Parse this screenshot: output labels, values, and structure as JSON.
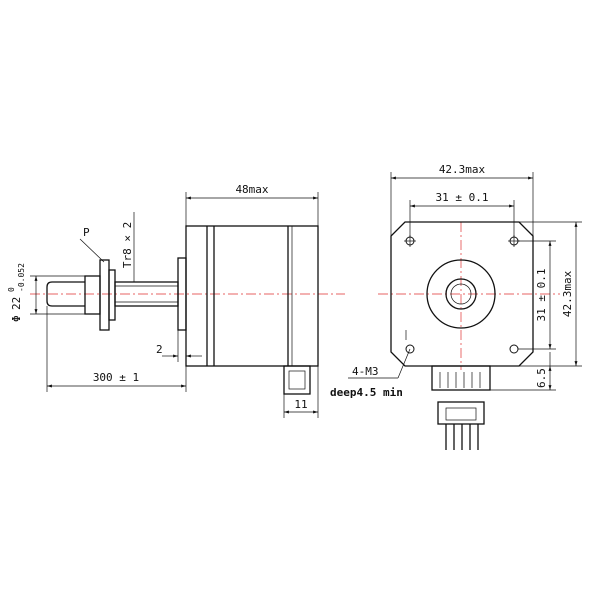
{
  "side_view": {
    "length_label": "48max",
    "thread_label": "Tr8 × 2",
    "shaft_diameter_symbol": "Φ",
    "shaft_diameter_value": "22",
    "shaft_tol_upper": "0",
    "shaft_tol_lower": "-0.052",
    "nut_label": "P",
    "flange_gap_label": "2",
    "shaft_length_label": "300 ± 1",
    "connector_width_label": "11"
  },
  "front_view": {
    "overall_width_label": "42.3max",
    "hole_spacing_h_label": "31 ± 0.1",
    "hole_spacing_v_label": "31 ± 0.1",
    "overall_height_label": "42.3max",
    "connector_offset_label": "6.5",
    "mounting_holes_label": "4-M3",
    "hole_depth_label": "deep4.5 min"
  },
  "colors": {
    "line": "#111111",
    "center_line": "#e03030"
  }
}
